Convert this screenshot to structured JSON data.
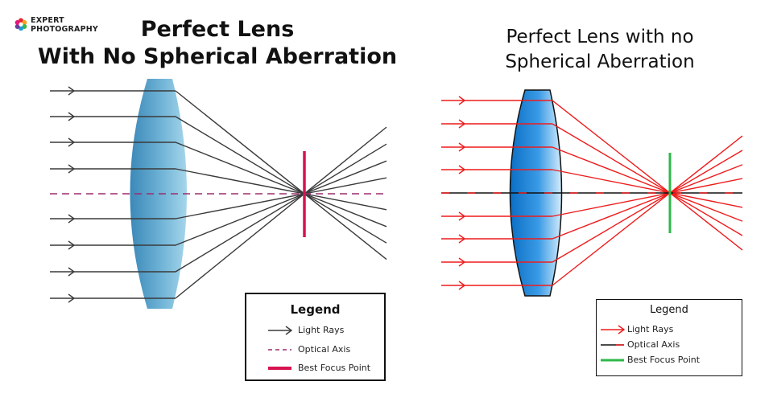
{
  "logo": {
    "line1": "EXPERT",
    "line2": "PHOTOGRAPHY"
  },
  "left": {
    "title_line1": "Perfect Lens",
    "title_line2": "With No Spherical Aberration",
    "legend": {
      "title": "Legend",
      "items": [
        "Light Rays",
        "Optical Axis",
        "Best Focus Point"
      ]
    },
    "colors": {
      "rays": "#3a3a3a",
      "axis": "#9b2d6e",
      "focus": "#d6144f",
      "lens": "#4a9cc9"
    }
  },
  "right": {
    "title_line1": "Perfect Lens with no",
    "title_line2": "Spherical Aberration",
    "legend": {
      "title": "Legend",
      "items": [
        "Light Rays",
        "Optical Axis",
        "Best Focus Point"
      ]
    },
    "colors": {
      "rays": "#ee1c1c",
      "axis": "#111111",
      "focus": "#2db84a",
      "lens": "#1a86d6"
    }
  }
}
